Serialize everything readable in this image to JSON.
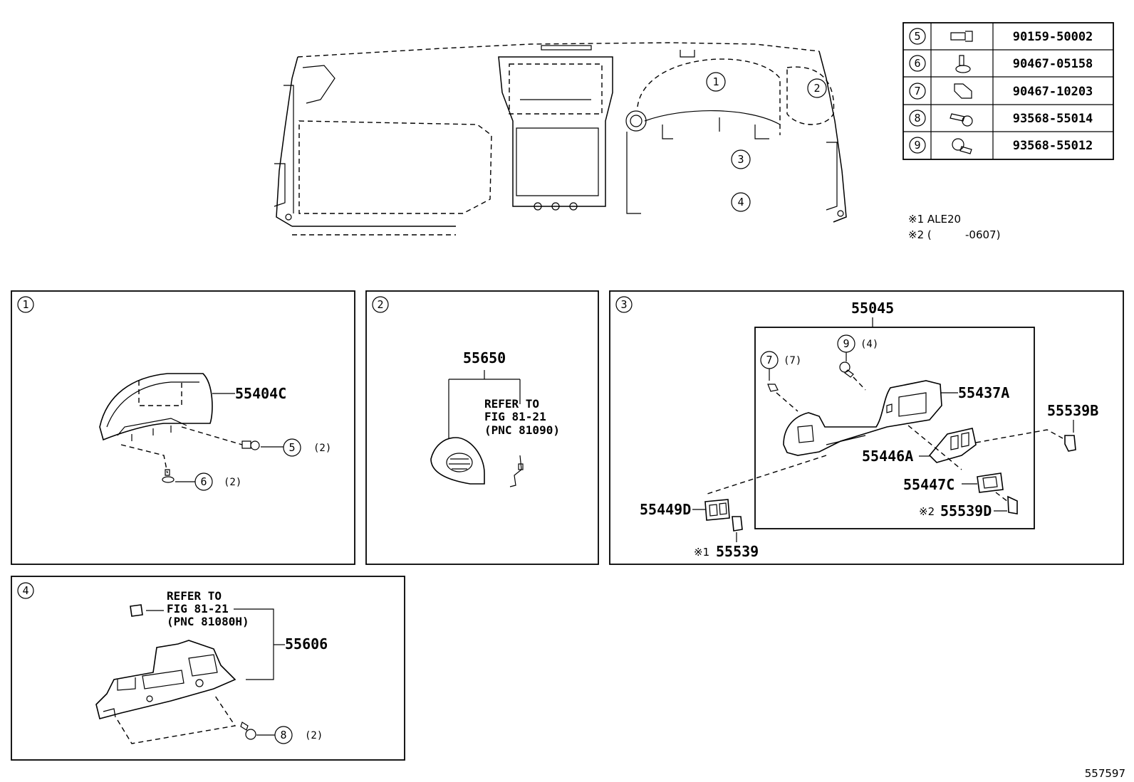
{
  "figure_id": "557597",
  "callouts": {
    "c1": "1",
    "c2": "2",
    "c3": "3",
    "c4": "4",
    "c5": "5",
    "c6": "6",
    "c7": "7",
    "c8": "8",
    "c9": "9"
  },
  "hardware_table": [
    {
      "callout": "5",
      "part_number": "90159-50002",
      "icon": "bolt-icon"
    },
    {
      "callout": "6",
      "part_number": "90467-05158",
      "icon": "clip-icon"
    },
    {
      "callout": "7",
      "part_number": "90467-10203",
      "icon": "retainer-clip-icon"
    },
    {
      "callout": "8",
      "part_number": "93568-55014",
      "icon": "screw-icon"
    },
    {
      "callout": "9",
      "part_number": "93568-55012",
      "icon": "screw-icon"
    }
  ],
  "notes": {
    "note1": "※1 ALE20",
    "note2_open": "※2 (",
    "note2_close": "-0607)"
  },
  "panel1": {
    "label": "1",
    "parts": {
      "cluster_finish_panel": "55404C"
    },
    "qty5": "(2)",
    "qty6": "(2)"
  },
  "panel2": {
    "label": "2",
    "parts": {
      "register_assembly": "55650"
    },
    "refer_line1": "REFER TO",
    "refer_line2": "FIG 81-21",
    "refer_line3": "(PNC 81090)"
  },
  "panel3": {
    "label": "3",
    "parts": {
      "lower_panel_assembly": "55045",
      "lower_panel": "55437A",
      "switch_base": "55539B",
      "switch_hole_cover": "55446A",
      "switch_hole_cover_2": "55447C",
      "note2_part": "55539D",
      "switch_hole_base": "55449D",
      "note1_part": "55539"
    },
    "note2_prefix": "※2",
    "note1_prefix": "※1",
    "qty9": "(4)",
    "qty7": "(7)"
  },
  "panel4": {
    "label": "4",
    "parts": {
      "lower_finish_panel": "55606"
    },
    "refer_line1": "REFER TO",
    "refer_line2": "FIG 81-21",
    "refer_line3": "(PNC 81080H)",
    "qty8": "(2)"
  }
}
